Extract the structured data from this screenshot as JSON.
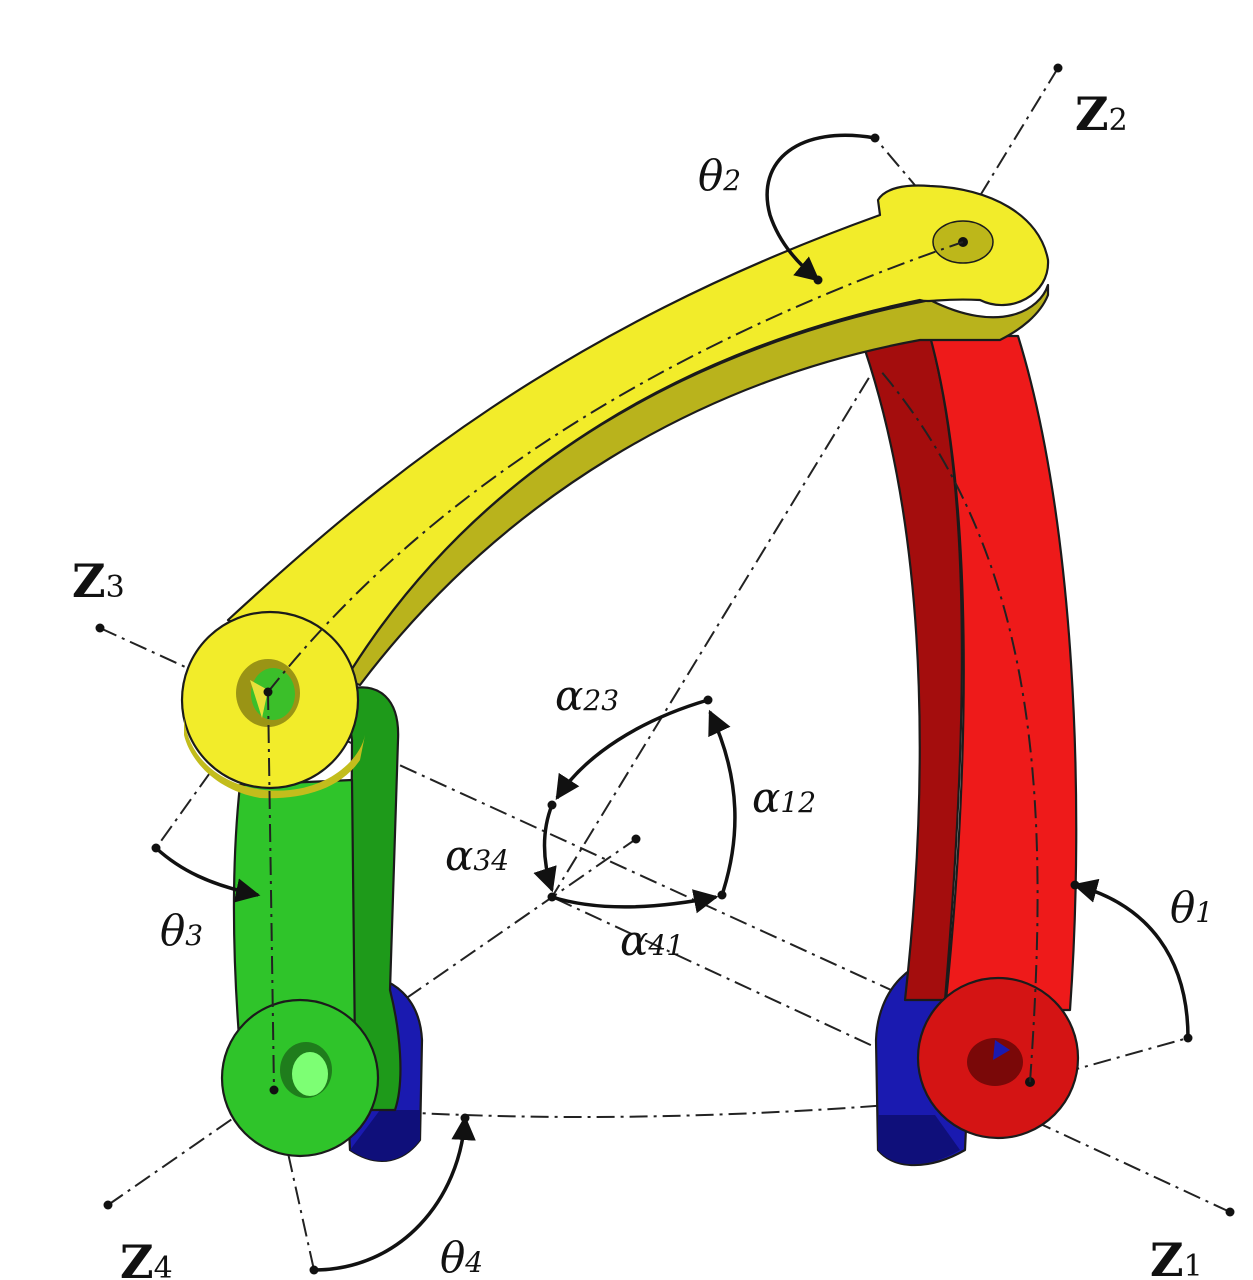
{
  "axes": {
    "z1": {
      "main": "Z",
      "sub": "1"
    },
    "z2": {
      "main": "Z",
      "sub": "2"
    },
    "z3": {
      "main": "Z",
      "sub": "3"
    },
    "z4": {
      "main": "Z",
      "sub": "4"
    }
  },
  "angles": {
    "theta1": {
      "sym": "θ",
      "sub": "1"
    },
    "theta2": {
      "sym": "θ",
      "sub": "2"
    },
    "theta3": {
      "sym": "θ",
      "sub": "3"
    },
    "theta4": {
      "sym": "θ",
      "sub": "4"
    },
    "alpha12": {
      "sym": "α",
      "sub": "12"
    },
    "alpha23": {
      "sym": "α",
      "sub": "23"
    },
    "alpha34": {
      "sym": "α",
      "sub": "34"
    },
    "alpha41": {
      "sym": "α",
      "sub": "41"
    }
  },
  "colors": {
    "link_yellow": "#f2ec2a",
    "link_red": "#ee1a1a",
    "link_green": "#2fc42a",
    "base_blue": "#1a1ab0"
  }
}
